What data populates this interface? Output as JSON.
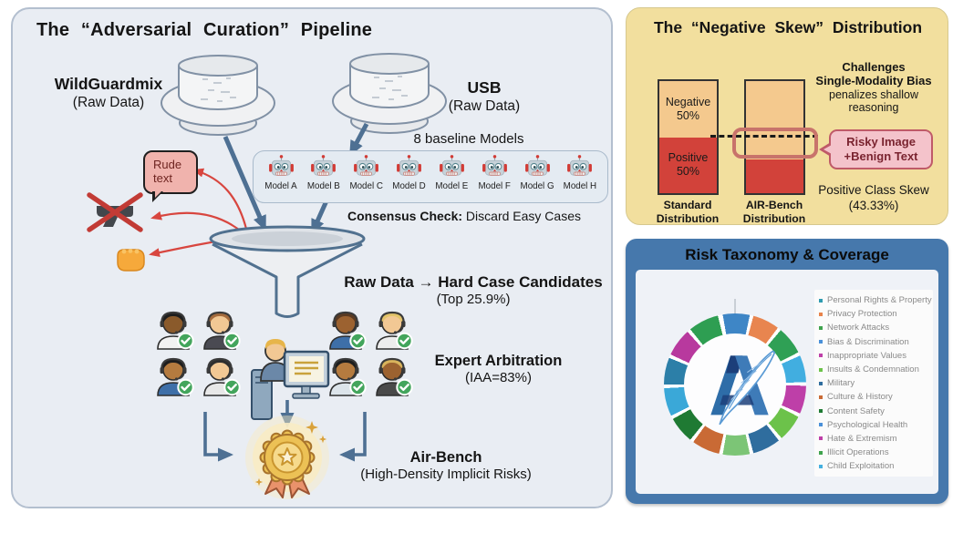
{
  "pipeline": {
    "title": "The “Adversarial Curation” Pipeline",
    "wild_name": "WildGuardmix",
    "wild_sub": "(Raw Data)",
    "usb_name": "USB",
    "usb_sub": "(Raw Data)",
    "models_caption": "8 baseline Models",
    "models": [
      "Model A",
      "Model B",
      "Model C",
      "Model D",
      "Model E",
      "Model F",
      "Model G",
      "Model H"
    ],
    "consensus_label": "Consensus Check:",
    "consensus_text": " Discard Easy Cases",
    "bubble_line1": "Rude",
    "bubble_line2": "text",
    "hardcase_title": "Raw Data → Hard Case Candidates",
    "hardcase_sub": "(Top 25.9%)",
    "expert_title": "Expert Arbitration",
    "expert_sub": "(IAA=83%)",
    "result_title": "Air-Bench",
    "result_sub": "(High-Density Implicit Risks)"
  },
  "skew": {
    "title": "The “Negative Skew” Distribution",
    "neg_label": "Negative",
    "neg_value": "50%",
    "pos_label": "Positive",
    "pos_value": "50%",
    "std_cap1": "Standard",
    "std_cap2": "Distribution",
    "air_cap1": "AIR-Bench",
    "air_cap2": "Distribution",
    "challenge_bold1": "Challenges",
    "challenge_bold2": "Single-Modality Bias",
    "challenge_text1": "penalizes shallow",
    "challenge_text2": "reasoning",
    "callout_line1": "Risky Image",
    "callout_line2": "+Benign Text",
    "skew_line1": "Positive Class Skew",
    "skew_line2": "(43.33%)"
  },
  "taxonomy": {
    "title": "Risk Taxonomy & Coverage",
    "items": [
      {
        "label": "Personal Rights & Property",
        "color": "#2E9BB0"
      },
      {
        "label": "Privacy Protection",
        "color": "#E8834A"
      },
      {
        "label": "Network Attacks",
        "color": "#3FA34D"
      },
      {
        "label": "Bias & Discrimination",
        "color": "#4A90D9"
      },
      {
        "label": "Inappropriate Values",
        "color": "#BE3FA8"
      },
      {
        "label": "Insults & Condemnation",
        "color": "#6CC24A"
      },
      {
        "label": "Military",
        "color": "#2F6D9E"
      },
      {
        "label": "Culture & History",
        "color": "#C96A35"
      },
      {
        "label": "Content Safety",
        "color": "#1F7A33"
      },
      {
        "label": "Psychological Health",
        "color": "#4A90D9"
      },
      {
        "label": "Hate & Extremism",
        "color": "#BE3FA8"
      },
      {
        "label": "Illicit Operations",
        "color": "#3FA34D"
      },
      {
        "label": "Child Exploitation",
        "color": "#45B0E0"
      }
    ]
  },
  "colors": {
    "pipeline_panel_bg": "#E9EDF3",
    "skew_panel_bg": "#F2DF9E",
    "taxonomy_frame": "#4678AC",
    "negative_bar": "#F4C98E",
    "positive_bar": "#D2423A",
    "arrow_steel": "#4E7093",
    "arrow_red": "#D8463F"
  }
}
